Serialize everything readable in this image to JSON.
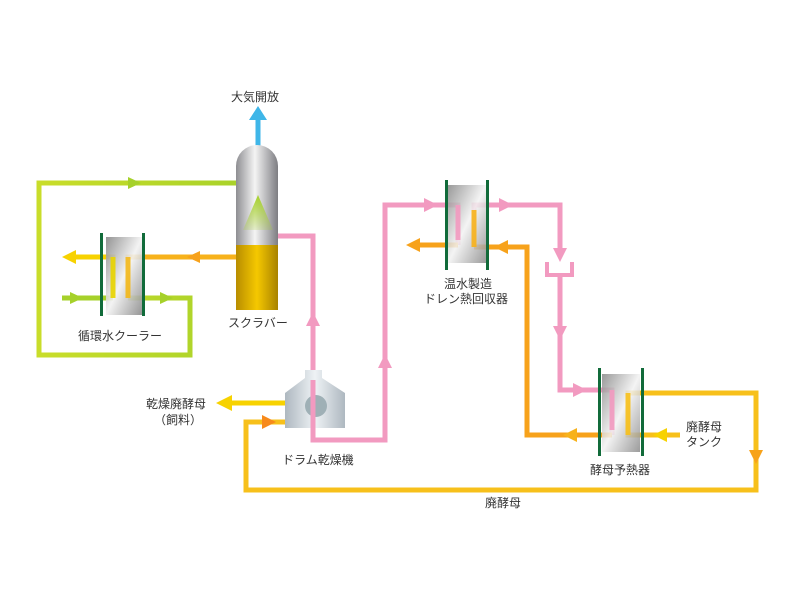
{
  "labels": {
    "atmosphere_release": "大気開放",
    "scrubber": "スクラバー",
    "cooler": "循環水クーラー",
    "drum_dryer": "ドラム乾燥機",
    "dried_yeast": "乾燥廃酵母",
    "feed": "（飼料）",
    "drain_recovery_line1": "温水製造",
    "drain_recovery_line2": "ドレン熱回収器",
    "yeast_preheater": "酵母予熱器",
    "waste_yeast_tank_line1": "廃酵母",
    "waste_yeast_tank_line2": "タンク",
    "waste_yeast": "廃酵母"
  },
  "colors": {
    "circulating_water": "#a6d12a",
    "hot_water": "#f7a21b",
    "cool_yeast": "#f7d200",
    "steam_drain": "#f29ac0",
    "exhaust": "#3fb6e8",
    "plate_bar": "#116b3a",
    "scrubber_liquid": "#d8a900"
  }
}
